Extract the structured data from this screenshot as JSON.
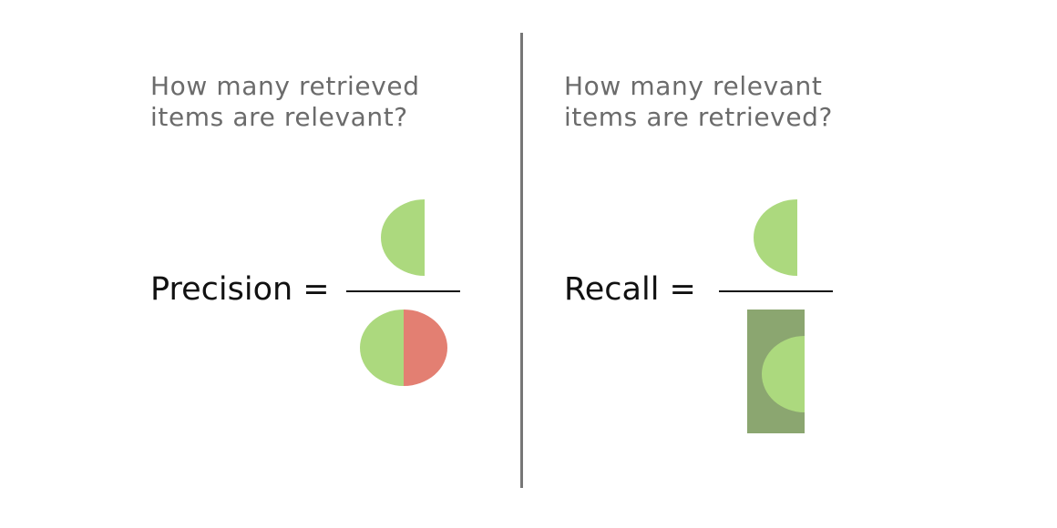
{
  "precision": {
    "question_line1": "How many retrieved",
    "question_line2": "items are relevant?",
    "label": "Precision ="
  },
  "recall": {
    "question_line1": "How many relevant",
    "question_line2": "items are retrieved?",
    "label": "Recall ="
  },
  "colors": {
    "relevant_retrieved": "#acd97e",
    "irrelevant_retrieved": "#e37f72",
    "relevant_set": "#8ba670",
    "fraction_bar": "#111111",
    "question_text": "#6b6b6b",
    "divider": "#777777"
  }
}
